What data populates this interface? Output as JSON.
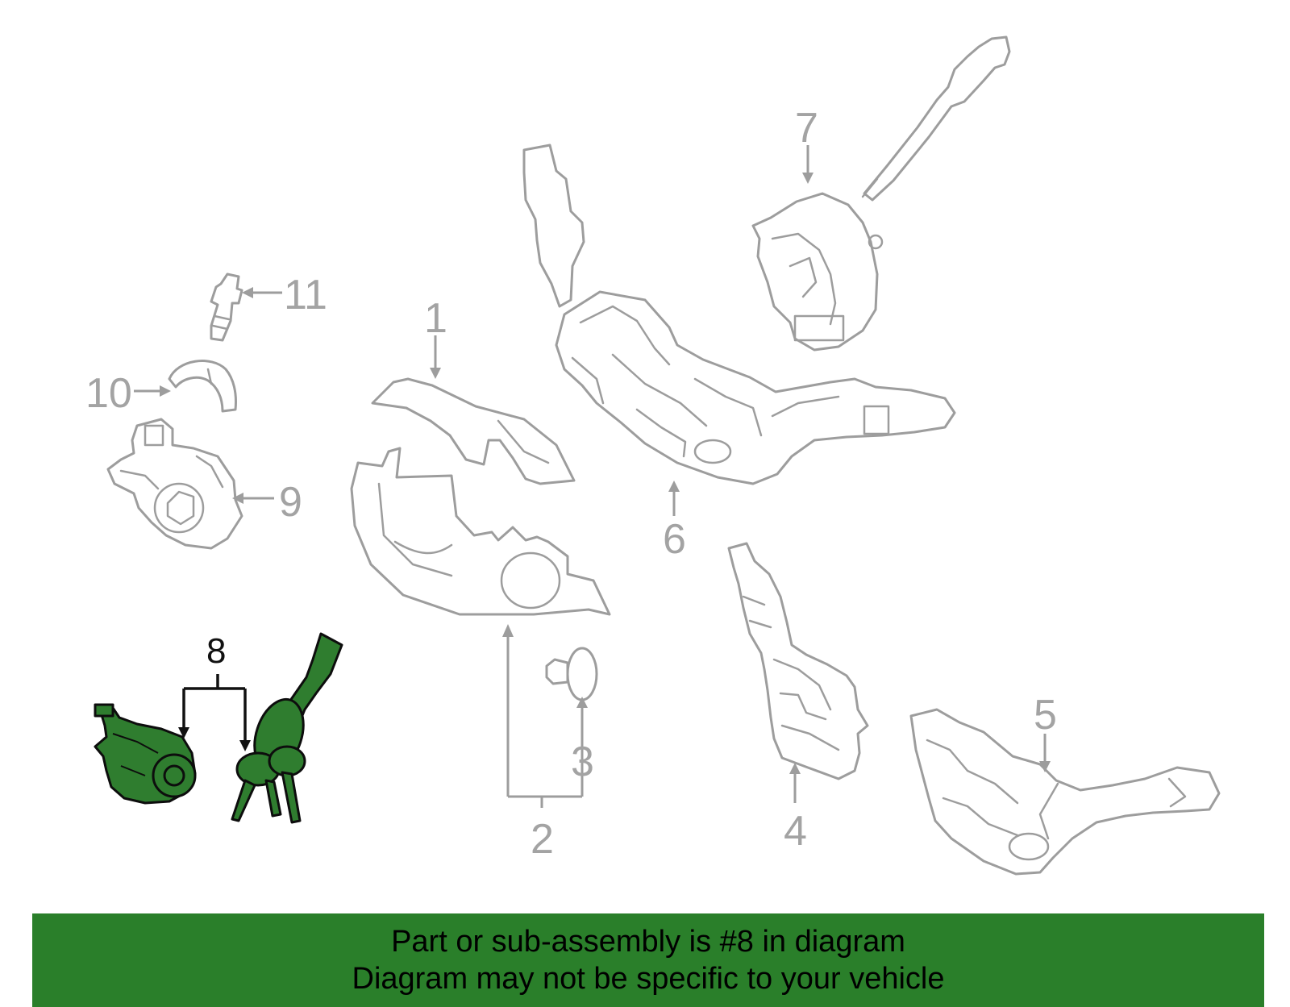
{
  "callouts": [
    "1",
    "2",
    "3",
    "4",
    "5",
    "6",
    "7",
    "8",
    "9",
    "10",
    "11"
  ],
  "highlighted_callout": "8",
  "colors": {
    "highlight": "#2f7d2f",
    "banner": "#2a7f2a",
    "part_line": "#9d9d9d",
    "label": "#a3a3a3"
  },
  "banner": {
    "line1": "Part or sub-assembly is #8 in diagram",
    "line2": "Diagram may not be specific to your vehicle"
  }
}
